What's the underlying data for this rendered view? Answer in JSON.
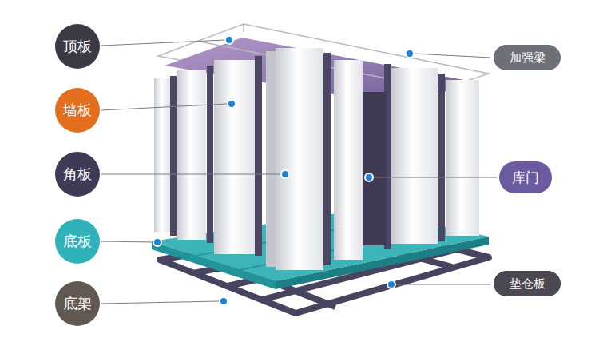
{
  "diagram": {
    "nodes": [
      {
        "text": [
          "顶板"
        ]
      },
      {
        "text": [
          "加强梁"
        ]
      },
      {
        "text": [
          "墙板"
        ]
      },
      {
        "text": [
          "角板"
        ]
      },
      {
        "text": [
          "库门"
        ]
      },
      {
        "text": [
          "底板"
        ]
      },
      {
        "text": [
          "垫仓板"
        ]
      },
      {
        "text": [
          "底架"
        ]
      }
    ]
  }
}
